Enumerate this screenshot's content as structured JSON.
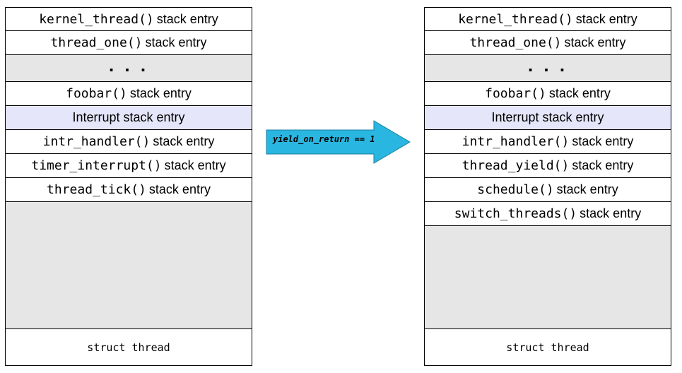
{
  "left_stack": {
    "rows": [
      {
        "fn": "kernel_thread()",
        "text": "stack entry"
      },
      {
        "fn": "thread_one()",
        "text": "stack entry"
      },
      {
        "ellipsis": ". . ."
      },
      {
        "fn": "foobar()",
        "text": "stack entry"
      },
      {
        "text": "Interrupt stack entry"
      },
      {
        "fn": "intr_handler()",
        "text": "stack entry"
      },
      {
        "fn": "timer_interrupt()",
        "text": "stack entry"
      },
      {
        "fn": "thread_tick()",
        "text": "stack entry"
      }
    ],
    "base": "struct thread"
  },
  "arrow": {
    "label": "yield_on_return == 1",
    "color": "#29b6e0"
  },
  "right_stack": {
    "rows": [
      {
        "fn": "kernel_thread()",
        "text": "stack entry"
      },
      {
        "fn": "thread_one()",
        "text": "stack entry"
      },
      {
        "ellipsis": ". . ."
      },
      {
        "fn": "foobar()",
        "text": "stack entry"
      },
      {
        "text": "Interrupt stack entry"
      },
      {
        "fn": "intr_handler()",
        "text": "stack entry"
      },
      {
        "fn": "thread_yield()",
        "text": "stack entry"
      },
      {
        "fn": "schedule()",
        "text": "stack entry"
      },
      {
        "fn": "switch_threads()",
        "text": "stack entry"
      }
    ],
    "base": "struct thread"
  }
}
